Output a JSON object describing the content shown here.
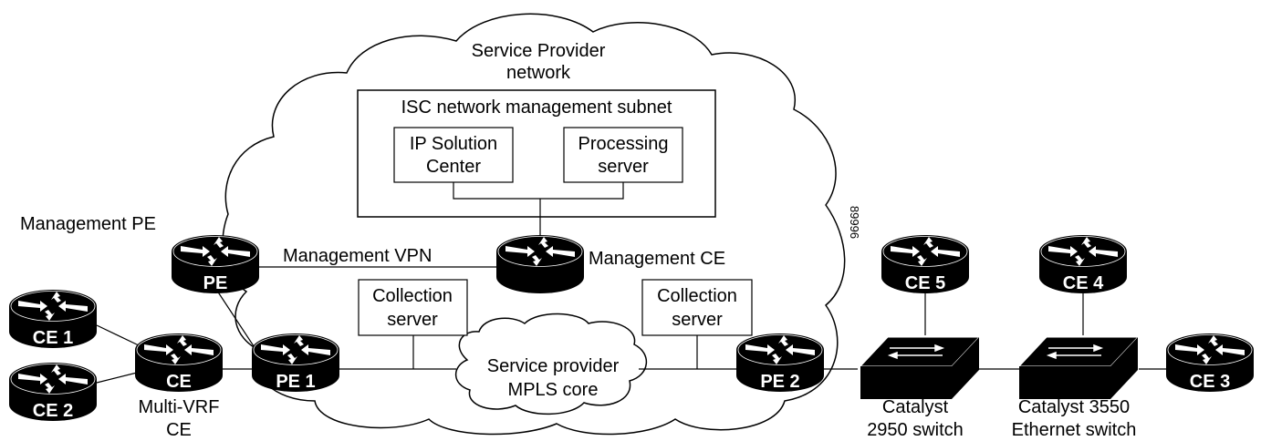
{
  "cloud": {
    "title_line1": "Service Provider",
    "title_line2": "network"
  },
  "subnet": {
    "title": "ISC network management subnet",
    "isc_line1": "IP Solution",
    "isc_line2": "Center",
    "proc_line1": "Processing",
    "proc_line2": "server"
  },
  "collection_left": {
    "line1": "Collection",
    "line2": "server"
  },
  "collection_right": {
    "line1": "Collection",
    "line2": "server"
  },
  "core": {
    "line1": "Service provider",
    "line2": "MPLS core"
  },
  "labels": {
    "management_pe": "Management PE",
    "management_vpn": "Management VPN",
    "management_ce": "Management CE",
    "multi_vrf_line1": "Multi-VRF",
    "multi_vrf_line2": "CE",
    "figure_id": "89996"
  },
  "routers": {
    "pe": "PE",
    "pe1": "PE 1",
    "pe2": "PE 2",
    "ce": "CE",
    "ce1": "CE 1",
    "ce2": "CE 2",
    "ce3": "CE 3",
    "ce4": "CE 4",
    "ce5": "CE 5"
  },
  "switches": {
    "catalyst2950_line1": "Catalyst",
    "catalyst2950_line2": "2950 switch",
    "catalyst3550_line1": "Catalyst 3550",
    "catalyst3550_line2": "Ethernet switch"
  }
}
